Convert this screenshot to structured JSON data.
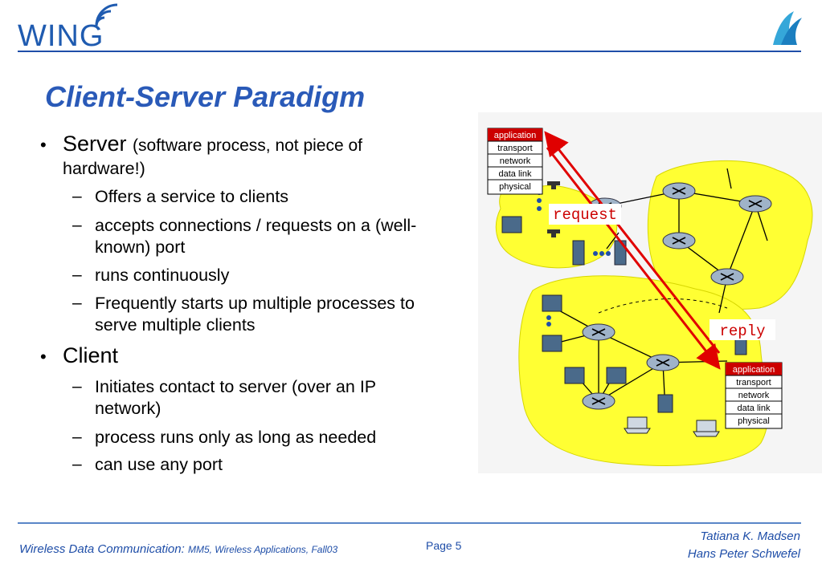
{
  "header": {
    "logo_text": "WING"
  },
  "slide": {
    "title": "Client-Server Paradigm",
    "bullets": [
      {
        "main": "Server",
        "note": "(software process, not piece of",
        "note_cont": "hardware!)"
      },
      {
        "main": "Client"
      }
    ],
    "server_points": [
      "Offers a service to clients",
      "accepts connections / requests on a (well-",
      "known) port",
      "runs continuously",
      "Frequently starts up multiple processes to",
      "serve multiple clients"
    ],
    "client_points": [
      "Initiates contact to server (over an IP",
      "network)",
      "process runs only as long as needed",
      "can use any port"
    ]
  },
  "diagram": {
    "server_stack": [
      "application",
      "transport",
      "network",
      "data link",
      "physical"
    ],
    "client_stack": [
      "application",
      "transport",
      "network",
      "data link",
      "physical"
    ],
    "request_label": "request",
    "reply_label": "reply",
    "colors": {
      "cloud": "#ffff33",
      "arrow": "#e00000",
      "stack_top": "#cc0000"
    }
  },
  "footer": {
    "course_main": "Wireless Data Communication:",
    "course_sub": "MM5, Wireless Applications, Fall03",
    "page": "Page 5",
    "author1": "Tatiana K. Madsen",
    "author2": "Hans Peter Schwefel"
  }
}
